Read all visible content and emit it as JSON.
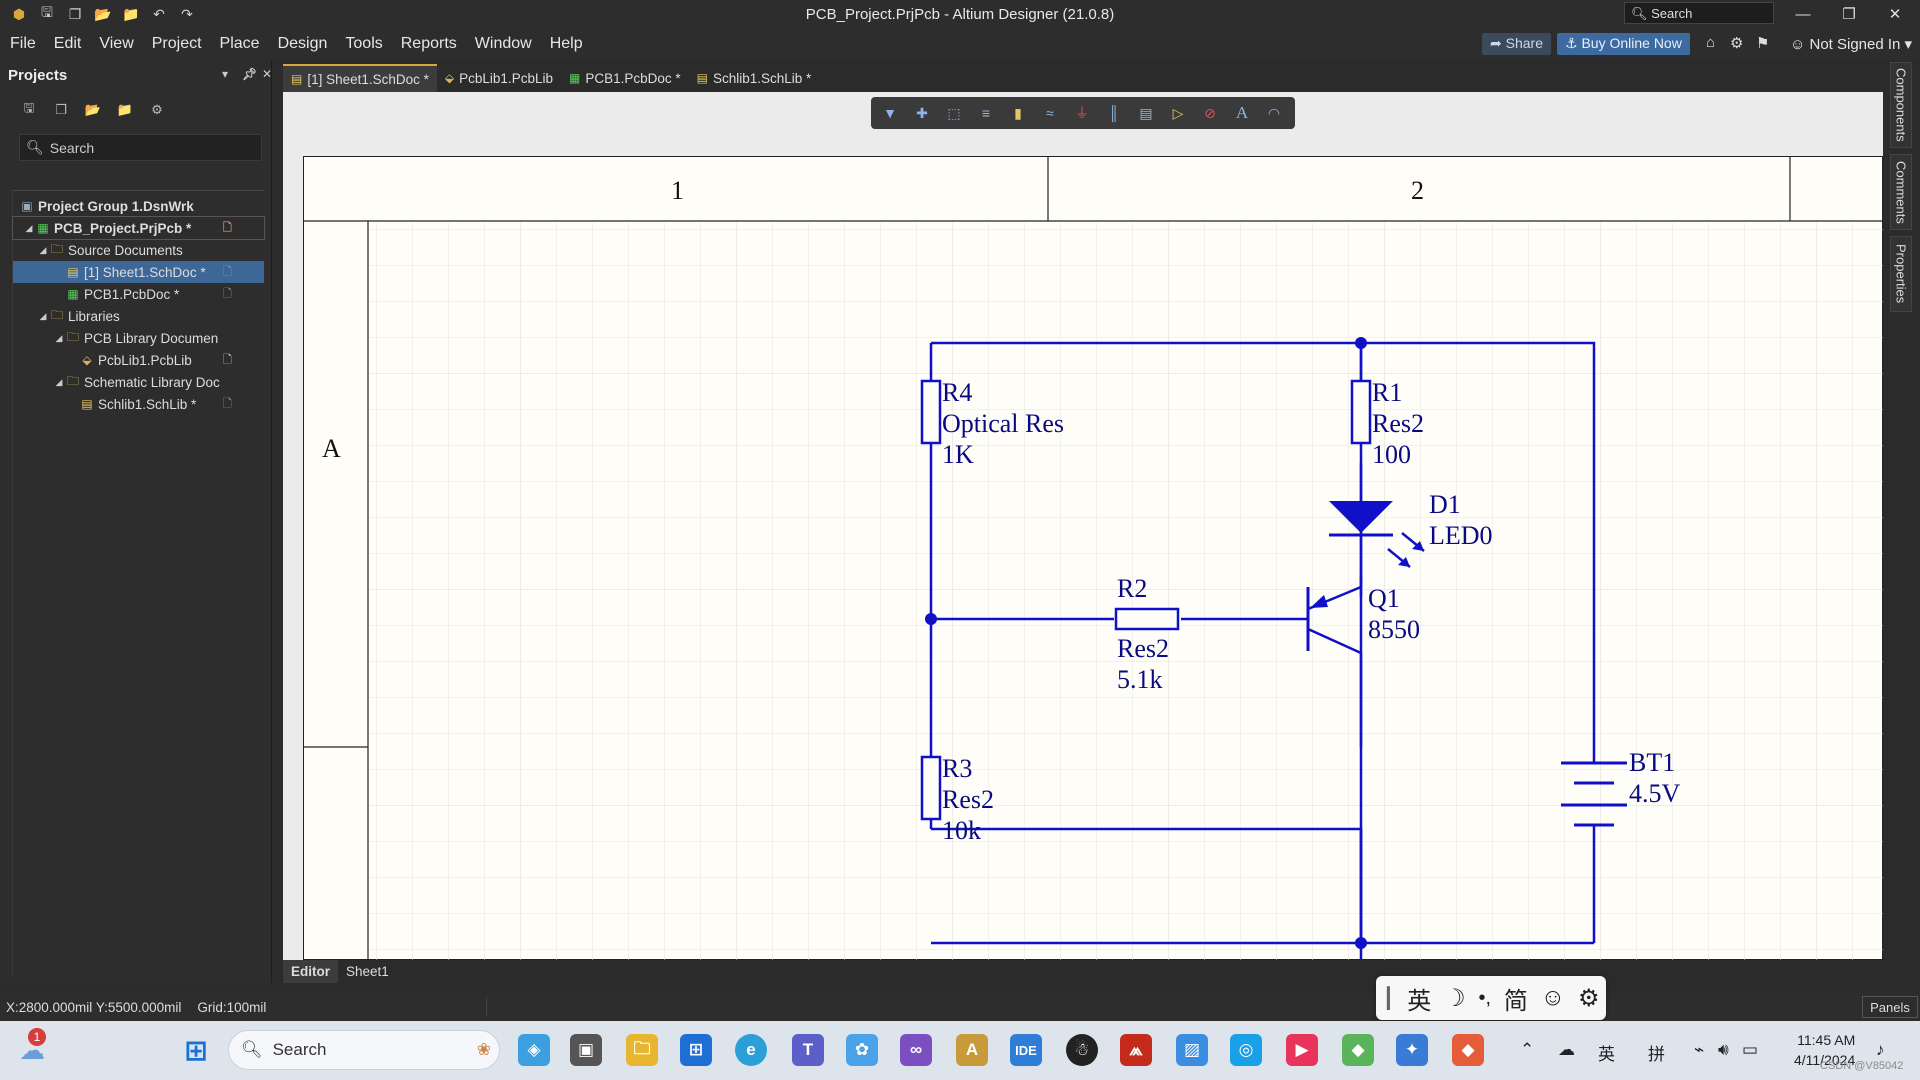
{
  "window": {
    "title": "PCB_Project.PrjPcb - Altium Designer (21.0.8)",
    "search_placeholder": "Search"
  },
  "menu": [
    "File",
    "Edit",
    "View",
    "Project",
    "Place",
    "Design",
    "Tools",
    "Reports",
    "Window",
    "Help"
  ],
  "topright": {
    "share": "Share",
    "buy": "Buy Online Now",
    "account": "Not Signed In"
  },
  "projects_panel": {
    "title": "Projects",
    "search_placeholder": "Search",
    "tree": [
      {
        "label": "Project Group 1.DsnWrk",
        "level": 0
      },
      {
        "label": "PCB_Project.PrjPcb *",
        "level": 1
      },
      {
        "label": "Source Documents",
        "level": 2
      },
      {
        "label": "[1] Sheet1.SchDoc *",
        "level": 3
      },
      {
        "label": "PCB1.PcbDoc *",
        "level": 3
      },
      {
        "label": "Libraries",
        "level": 2
      },
      {
        "label": "PCB Library Documen",
        "level": 3
      },
      {
        "label": "PcbLib1.PcbLib",
        "level": 4
      },
      {
        "label": "Schematic Library Doc",
        "level": 3
      },
      {
        "label": "Schlib1.SchLib *",
        "level": 4
      }
    ]
  },
  "doc_tabs": [
    "[1] Sheet1.SchDoc *",
    "PcbLib1.PcbLib",
    "PCB1.PcbDoc *",
    "Schlib1.SchLib *"
  ],
  "sheet": {
    "col1": "1",
    "col2": "2",
    "row": "A"
  },
  "components": {
    "R4": {
      "designator": "R4",
      "comment": "Optical Res",
      "value": "1K"
    },
    "R1": {
      "designator": "R1",
      "comment": "Res2",
      "value": "100"
    },
    "D1": {
      "designator": "D1",
      "comment": "LED0"
    },
    "R2": {
      "designator": "R2",
      "comment": "Res2",
      "value": "5.1k"
    },
    "Q1": {
      "designator": "Q1",
      "value": "8550"
    },
    "BT1": {
      "designator": "BT1",
      "value": "4.5V"
    },
    "R3": {
      "designator": "R3",
      "comment": "Res2",
      "value": "10k"
    }
  },
  "right_panels": [
    "Components",
    "Comments",
    "Properties"
  ],
  "bottom_tabs": [
    "Editor",
    "Sheet1"
  ],
  "status": {
    "coords": "X:2800.000mil Y:5500.000mil",
    "grid": "Grid:100mil",
    "panels": "Panels"
  },
  "ime": {
    "lang": "英",
    "mode": "简"
  },
  "taskbar": {
    "search": "Search",
    "notification_count": "1",
    "time": "11:45 AM",
    "date": "4/11/2024",
    "tray_lang1": "英",
    "tray_lang2": "拼"
  },
  "watermark": "CSDN @V85042",
  "colors": {
    "wire": "#1010c8",
    "sheet_bg": "#fffdf8",
    "accent": "#3d6797"
  }
}
